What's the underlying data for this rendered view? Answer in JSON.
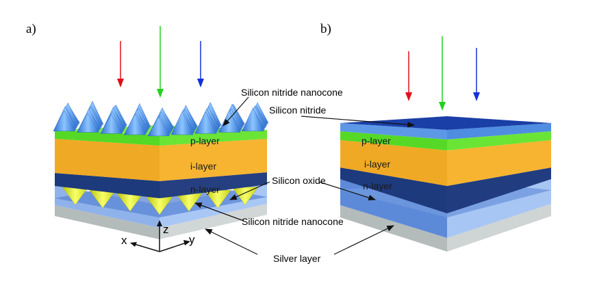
{
  "panels": {
    "a": {
      "label": "a)"
    },
    "b": {
      "label": "b)"
    }
  },
  "layers": {
    "p": "p-layer",
    "i": "i-layer",
    "n": "n-layer"
  },
  "callouts": {
    "nanocone_top": "Silicon nitride nanocone",
    "silicon_nitride": "Silicon nitride",
    "silicon_oxide": "Silicon oxide",
    "nanocone_bottom": "Silicon nitride nanocone",
    "silver": "Silver layer"
  },
  "axes": {
    "x": "x",
    "y": "y",
    "z": "z"
  },
  "colors": {
    "red_arrow": "#e0101a",
    "green_arrow": "#22d11e",
    "blue_arrow": "#1430d8",
    "p_layer": "#5fe22a",
    "i_layer": "#f6b12a",
    "n_layer": "#1e3a7a",
    "silicon_oxide": "#8fb6f0",
    "silver": "#c5cbcb",
    "nitride_top": "#1a3fa6",
    "cone": "#4f98e8",
    "cone_bottom": "#e6ee1e"
  }
}
